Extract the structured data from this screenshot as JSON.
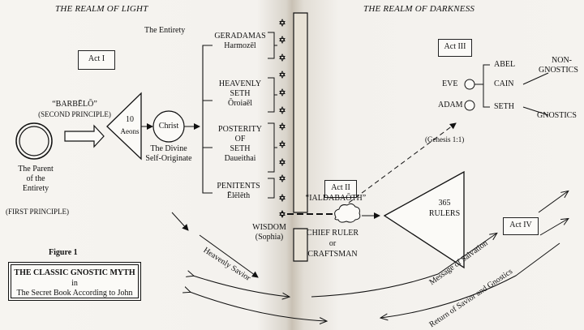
{
  "realms": {
    "light": "THE REALM OF LIGHT",
    "darkness": "THE REALM OF DARKNESS"
  },
  "acts": {
    "act1": "Act I",
    "act2": "Act II",
    "act3": "Act III",
    "act4": "Act IV"
  },
  "parent": {
    "line1": "The Parent",
    "line2": "of the",
    "line3": "Entirety",
    "line4": "(FIRST PRINCIPLE)"
  },
  "barbelo": {
    "line1": "“BARBĒLŌ”",
    "line2": "(SECOND PRINCIPLE)"
  },
  "aeons": "10 Aeons",
  "christ": {
    "name": "Christ",
    "line1": "The Divine",
    "line2": "Self-Originate"
  },
  "entirety": "The Entirety",
  "luminaries": {
    "geradamas": {
      "line1": "GERADAMAS",
      "line2": "Harmozēl"
    },
    "heavenly_seth": {
      "line1": "HEAVENLY",
      "line2": "SETH",
      "line3": "Ōroiaēl"
    },
    "posterity": {
      "line1": "POSTERITY",
      "line2": "OF",
      "line3": "SETH",
      "line4": "Daueithai"
    },
    "penitents": {
      "line1": "PENITENTS",
      "line2": "Ēlēlēth"
    }
  },
  "wisdom": {
    "line1": "WISDOM",
    "line2": "(Sophia)"
  },
  "ialdabaoth": "“IALDABAŌTH”",
  "chief_ruler": {
    "line1": "CHIEF RULER",
    "line2": "or",
    "line3": "CRAFTSMAN"
  },
  "rulers": {
    "line1": "365",
    "line2": "RULERS"
  },
  "genesis": "(Genesis 1:1)",
  "family": {
    "eve": "EVE",
    "adam": "ADAM",
    "abel": "ABEL",
    "cain": "CAIN",
    "seth": "SETH",
    "non_gnostics_1": "NON-",
    "non_gnostics_2": "GNOSTICS",
    "gnostics": "GNOSTICS"
  },
  "paths": {
    "heavenly_savior": "Heavenly Savior",
    "message": "Message of Salvation",
    "return": "Return of Savior and Gnostics"
  },
  "figure": {
    "label": "Figure 1",
    "title": "THE CLASSIC GNOSTIC MYTH",
    "in": "in",
    "source": "The Secret Book According to John"
  }
}
